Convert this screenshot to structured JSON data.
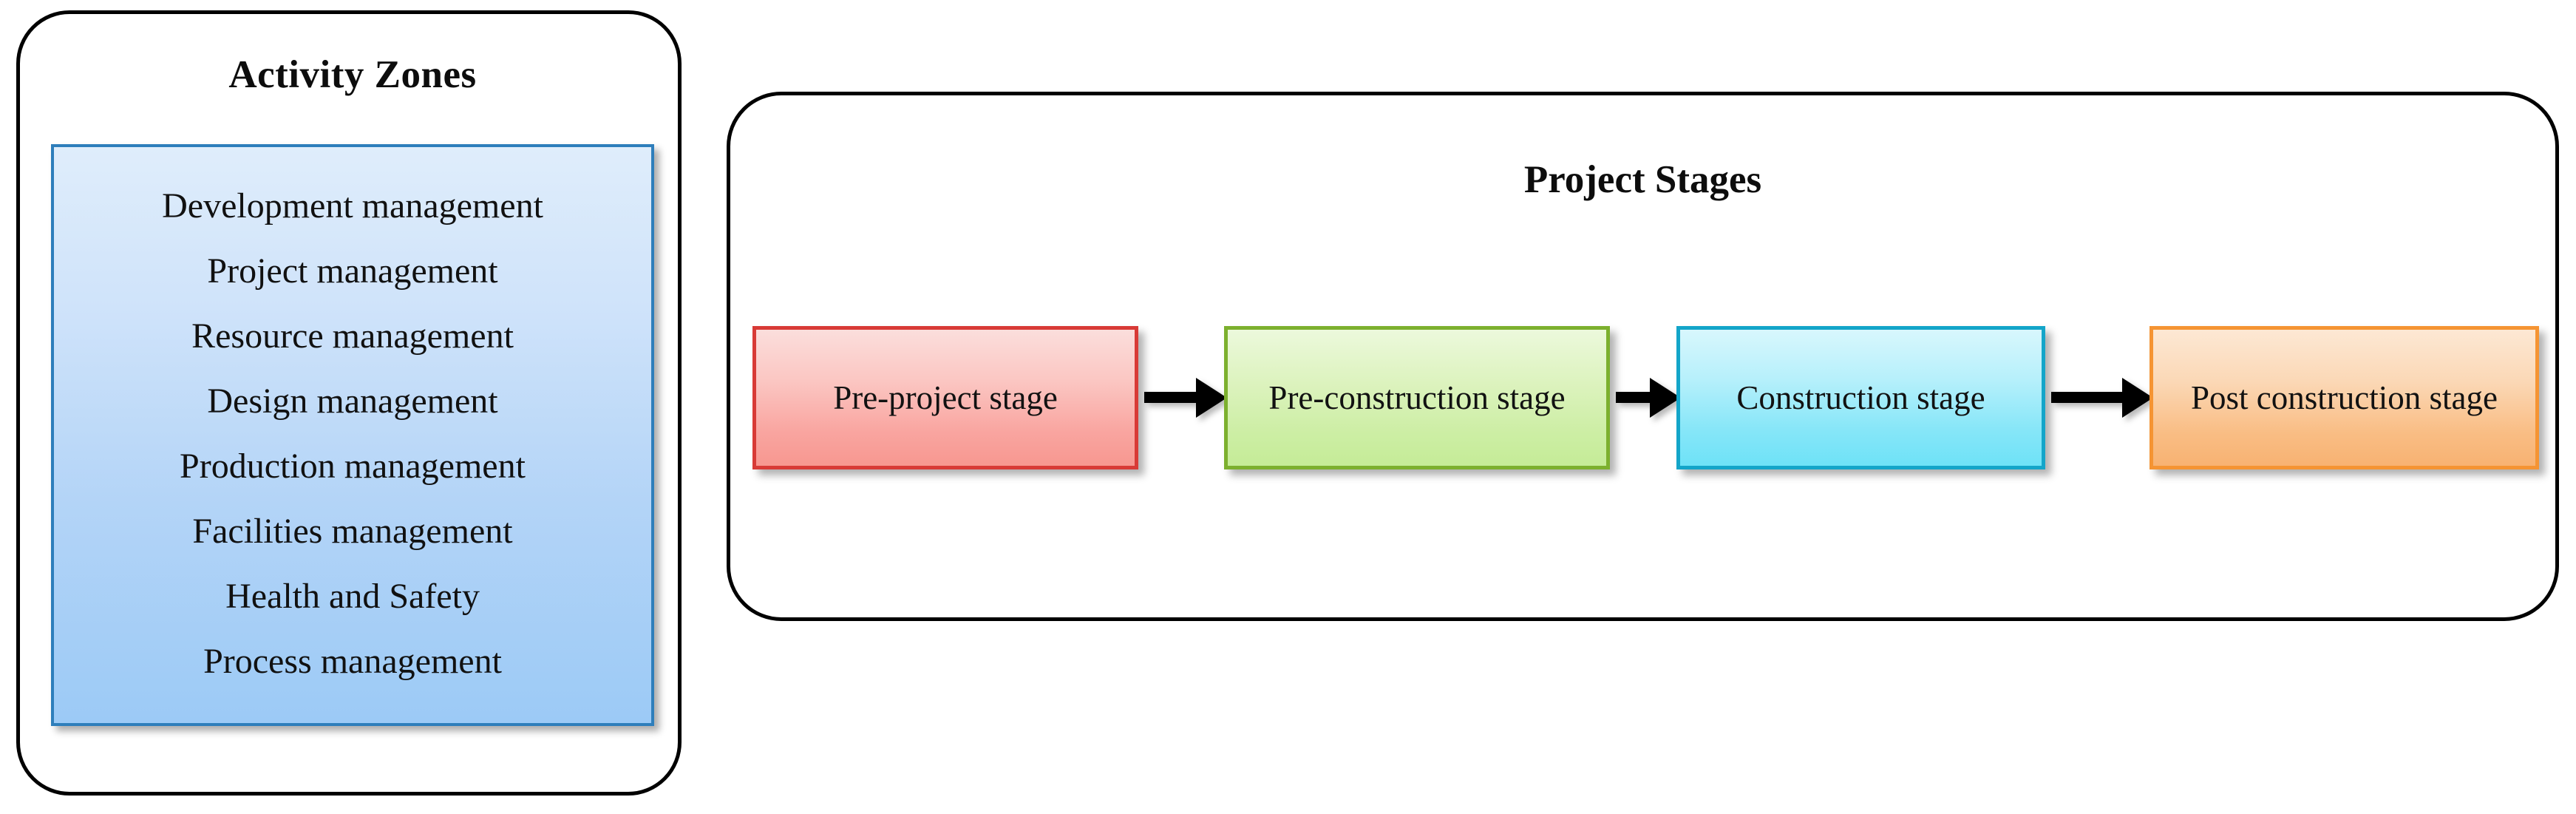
{
  "activity_zones": {
    "title": "Activity Zones",
    "items": [
      "Development management",
      "Project management",
      "Resource management",
      "Design management",
      "Production management",
      "Facilities  management",
      "Health and Safety",
      "Process management"
    ]
  },
  "project_stages": {
    "title": "Project Stages",
    "stages": [
      {
        "label": "Pre-project stage",
        "fill": "#f9a5a0",
        "border": "#d83a36"
      },
      {
        "label": "Pre-construction stage",
        "fill": "#cdeea5",
        "border": "#7cb02e"
      },
      {
        "label": "Construction stage",
        "fill": "#86e6f8",
        "border": "#13a5c9"
      },
      {
        "label": "Post construction stage",
        "fill": "#f9bd84",
        "border": "#f59433"
      }
    ],
    "connectors": [
      {
        "from": "Pre-project stage",
        "to": "Pre-construction stage",
        "type": "arrow-right"
      },
      {
        "from": "Pre-construction stage",
        "to": "Construction stage",
        "type": "arrow-right"
      },
      {
        "from": "Construction stage",
        "to": "Post construction stage",
        "type": "arrow-right"
      }
    ]
  }
}
